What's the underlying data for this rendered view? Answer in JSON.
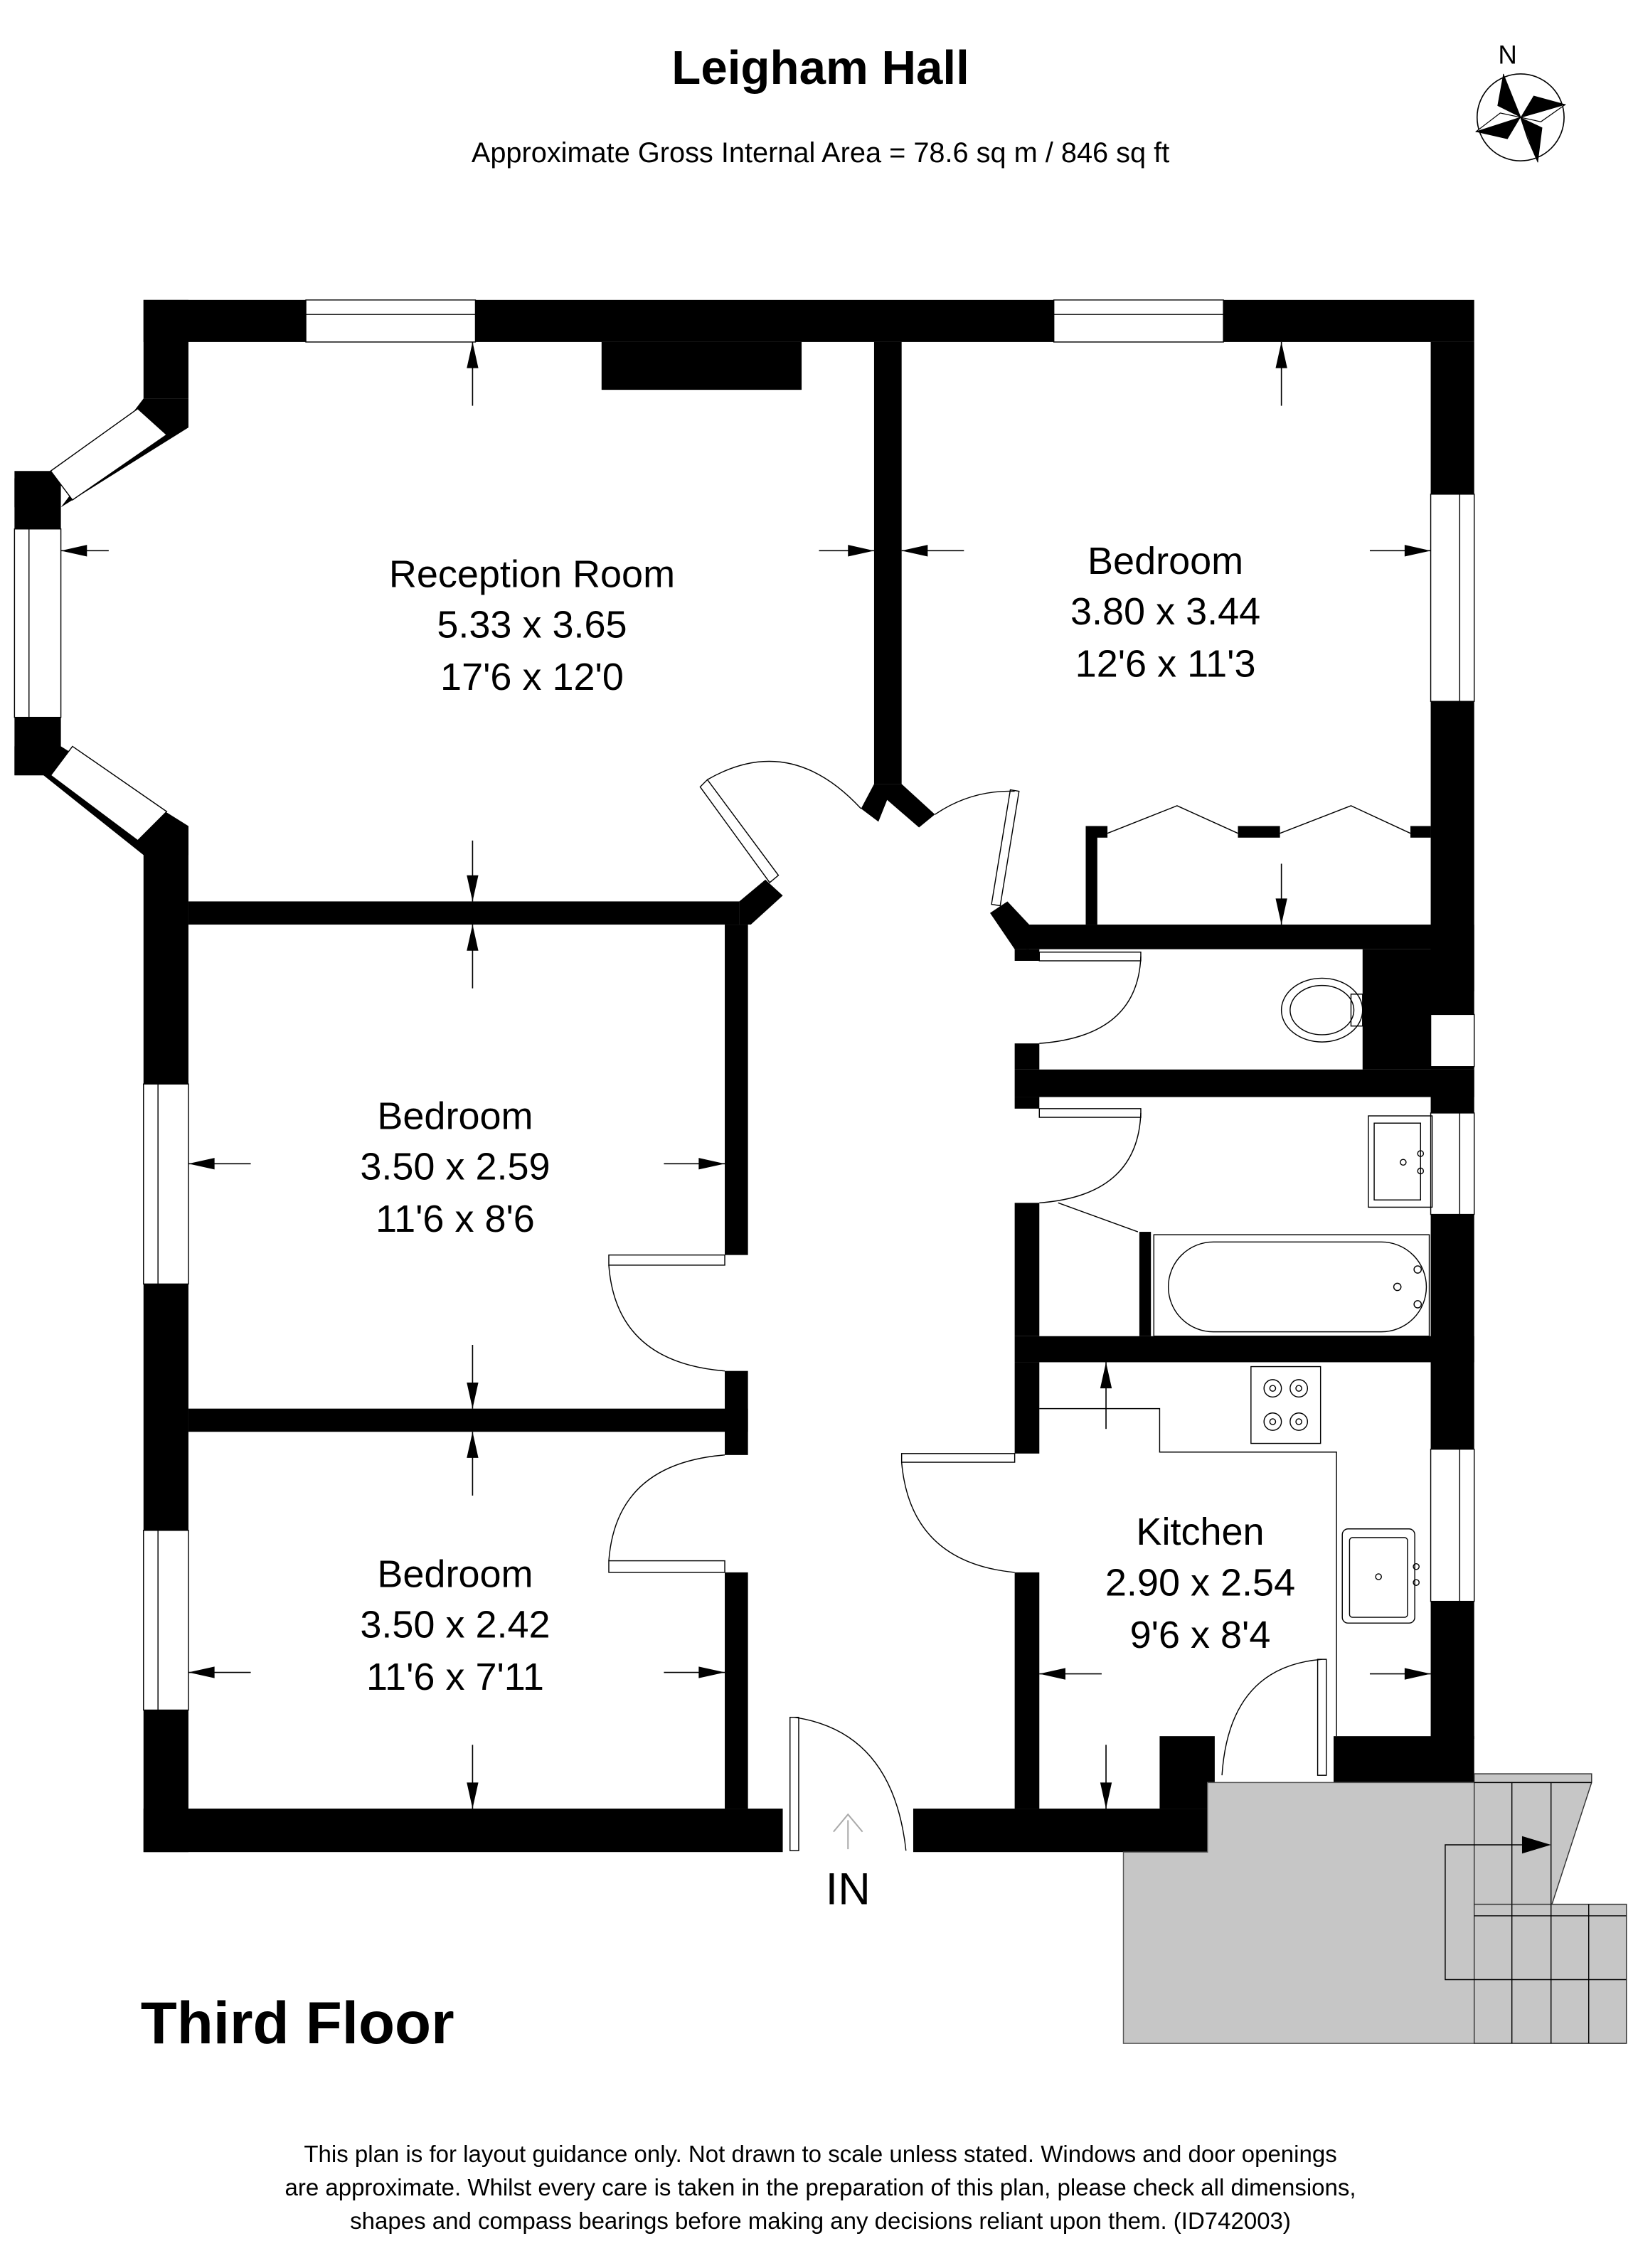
{
  "header": {
    "title": "Leigham Hall",
    "area": "Approximate Gross Internal Area = 78.6 sq m / 846 sq ft",
    "compass_label": "N",
    "compass_icon": "compass-rose-icon"
  },
  "floor_label": "Third Floor",
  "entrance_label": "IN",
  "rooms": [
    {
      "name": "Reception Room",
      "metric": "5.33 x 3.65",
      "imperial": "17'6 x 12'0"
    },
    {
      "name": "Bedroom",
      "metric": "3.80 x 3.44",
      "imperial": "12'6 x 11'3"
    },
    {
      "name": "Bedroom",
      "metric": "3.50 x 2.59",
      "imperial": "11'6 x 8'6"
    },
    {
      "name": "Bedroom",
      "metric": "3.50 x 2.42",
      "imperial": "11'6 x 7'11"
    },
    {
      "name": "Kitchen",
      "metric": "2.90 x 2.54",
      "imperial": "9'6 x 8'4"
    }
  ],
  "fixtures": [
    "wc-icon",
    "washbasin-icon",
    "bathtub-icon",
    "hob-icon",
    "kitchen-sink-icon",
    "wardrobe-doors",
    "stairs"
  ],
  "disclaimer": [
    "This plan is for layout guidance only. Not drawn to scale unless stated. Windows and door openings",
    "are approximate. Whilst every care is taken in the preparation of this plan, please check all dimensions,",
    "shapes and compass bearings before making any decisions reliant upon them. (ID742003)"
  ],
  "colors": {
    "wall": "#000000",
    "background": "#ffffff",
    "balcony": "#c6c6c6"
  }
}
